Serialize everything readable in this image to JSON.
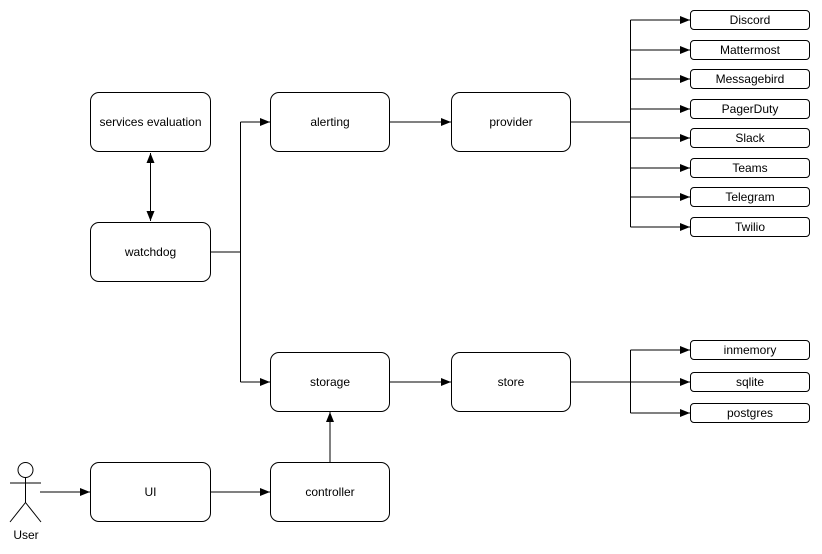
{
  "diagram": {
    "actor": {
      "label": "User"
    },
    "nodes": {
      "services_evaluation": {
        "label": "services evaluation"
      },
      "watchdog": {
        "label": "watchdog"
      },
      "alerting": {
        "label": "alerting"
      },
      "provider": {
        "label": "provider"
      },
      "storage": {
        "label": "storage"
      },
      "store": {
        "label": "store"
      },
      "ui": {
        "label": "UI"
      },
      "controller": {
        "label": "controller"
      }
    },
    "providers": [
      "Discord",
      "Mattermost",
      "Messagebird",
      "PagerDuty",
      "Slack",
      "Teams",
      "Telegram",
      "Twilio"
    ],
    "stores": [
      "inmemory",
      "sqlite",
      "postgres"
    ],
    "colors": {
      "background": "#ffffff",
      "node_fill": "#ffffff",
      "stroke": "#000000",
      "text": "#000000"
    }
  }
}
